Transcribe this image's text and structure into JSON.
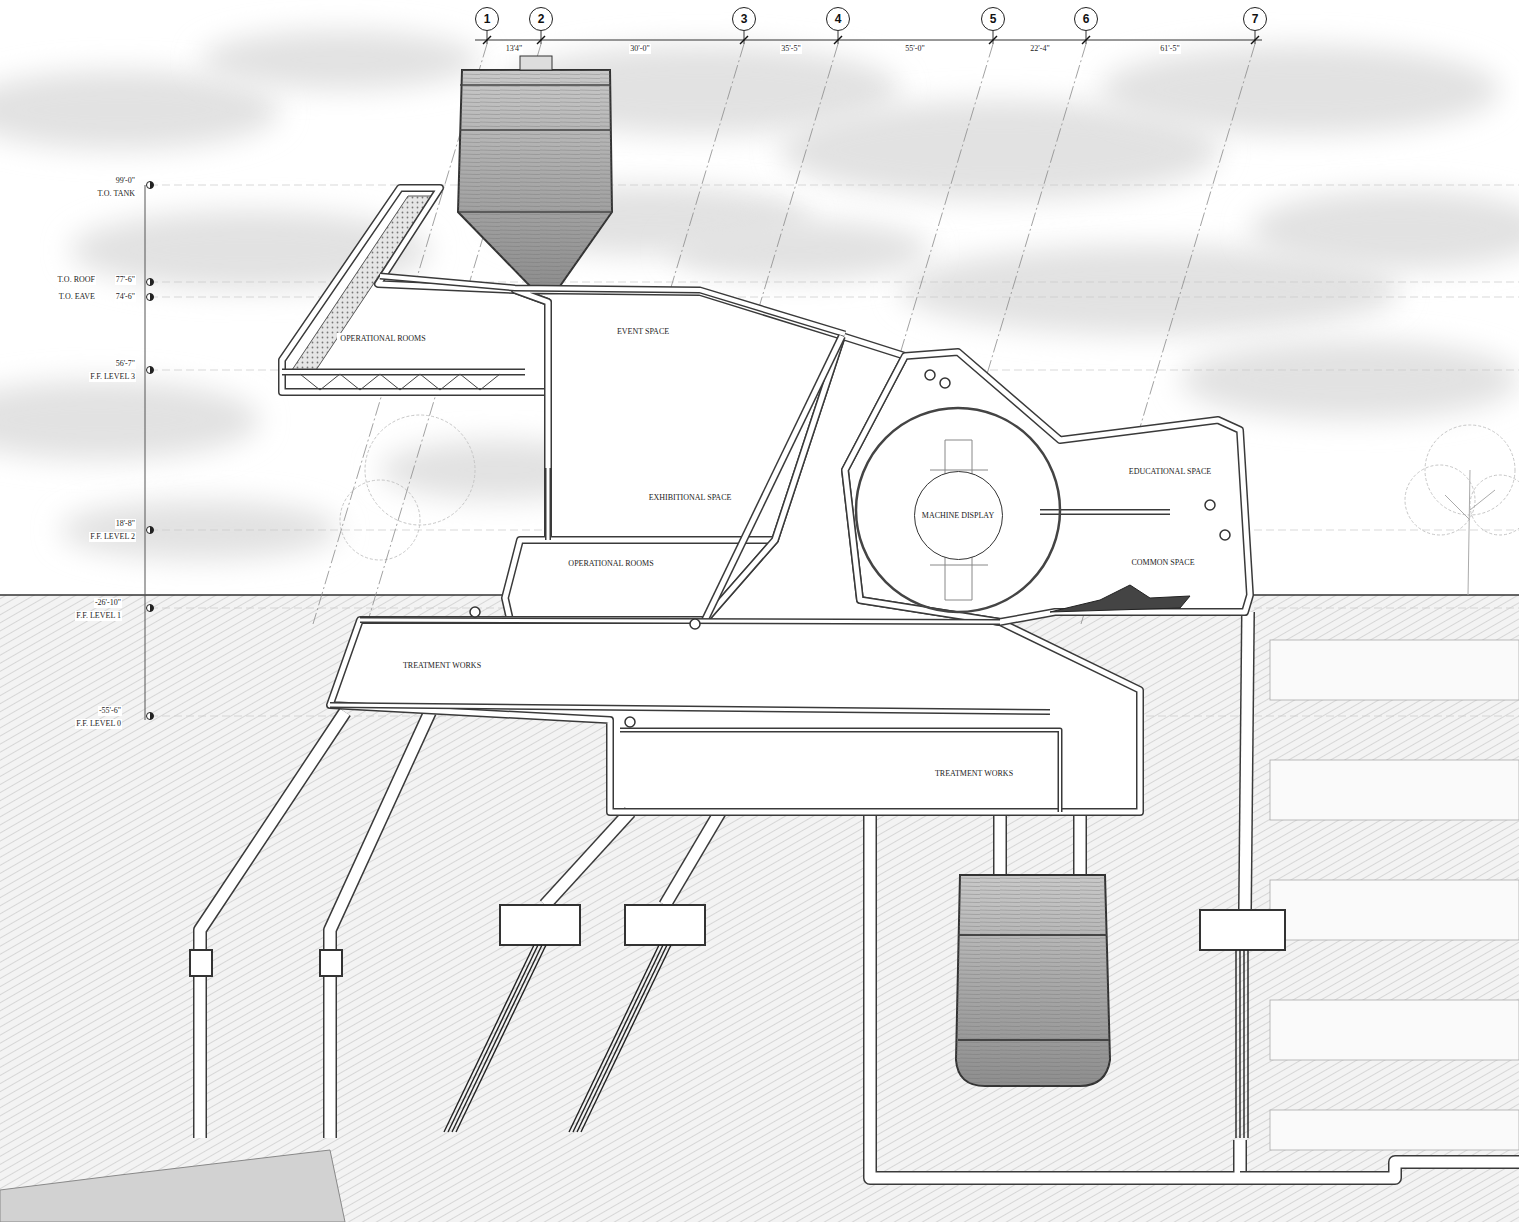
{
  "diagram": {
    "nodes": [
      {
        "text": [
          "1"
        ]
      },
      {
        "text": [
          "2"
        ]
      },
      {
        "text": [
          "3"
        ]
      },
      {
        "text": [
          "4"
        ]
      },
      {
        "text": [
          "5"
        ]
      },
      {
        "text": [
          "6"
        ]
      },
      {
        "text": [
          "7"
        ]
      },
      {
        "text": [
          "EVENT SPACE"
        ]
      },
      {
        "text": [
          "OPERATIONAL ROOMS"
        ]
      },
      {
        "text": [
          "EDUCATIONAL SPACE"
        ]
      },
      {
        "text": [
          "EXHIBITIONAL SPACE"
        ]
      },
      {
        "text": [
          "MACHINE DISPLAY"
        ]
      },
      {
        "text": [
          "COMMON SPACE"
        ]
      },
      {
        "text": [
          "OPERATIONAL ROOMS"
        ]
      },
      {
        "text": [
          "TREATMENT WORKS"
        ]
      },
      {
        "text": [
          "TREATMENT WORKS"
        ]
      }
    ],
    "labels": [
      "13'4\"",
      "30'-0\"",
      "35'-5\"",
      "55'-0\"",
      "22'-4\"",
      "61'-5\"",
      "99'-0\"",
      "T.O. TANK",
      "T.O. ROOF",
      "77'-6\"",
      "T.O. EAVE",
      "74'-6\"",
      "56'-7\"",
      "F.F. LEVEL 3",
      "18'-8\"",
      "F.F. LEVEL 2",
      "-26'-10\"",
      "F.F. LEVEL 1",
      "-55'-6\"",
      "F.F. LEVEL 0"
    ]
  }
}
